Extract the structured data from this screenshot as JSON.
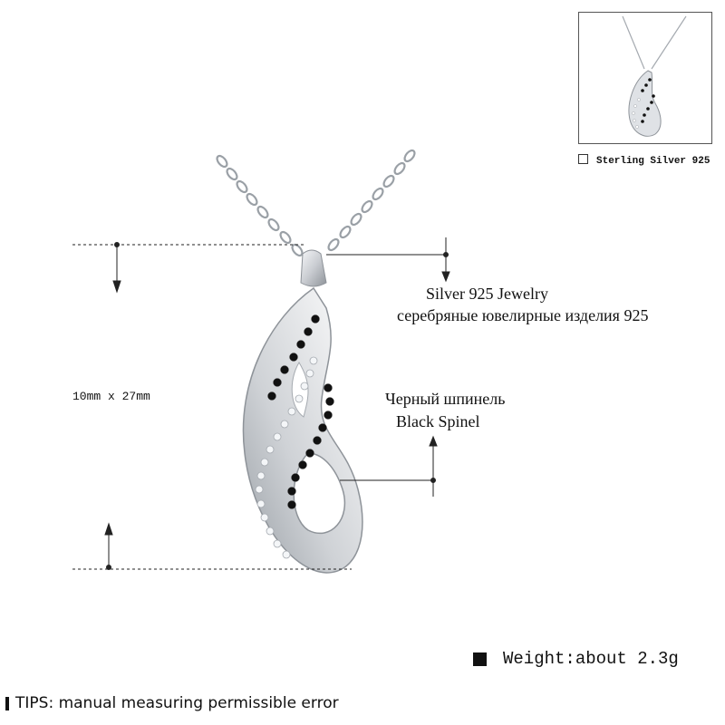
{
  "thumbnail": {
    "caption": "Sterling Silver 925",
    "icon": "checkbox-square-icon"
  },
  "dimensions": {
    "label": "10mm x 27mm"
  },
  "material": {
    "label_en": "Silver 925 Jewelry",
    "label_ru": "серебряные ювелирные изделия 925"
  },
  "stone": {
    "label_ru": "Черный шпинель",
    "label_en": "Black Spinel"
  },
  "weight": {
    "label": "Weight:about 2.3g"
  },
  "tips": {
    "label": "TIPS: manual measuring permissible error"
  },
  "colors": {
    "metal": "#d9dce0",
    "metal_shadow": "#8e9399",
    "spinel": "#111111",
    "zirconia": "#f4f6f8",
    "line": "#222222"
  }
}
